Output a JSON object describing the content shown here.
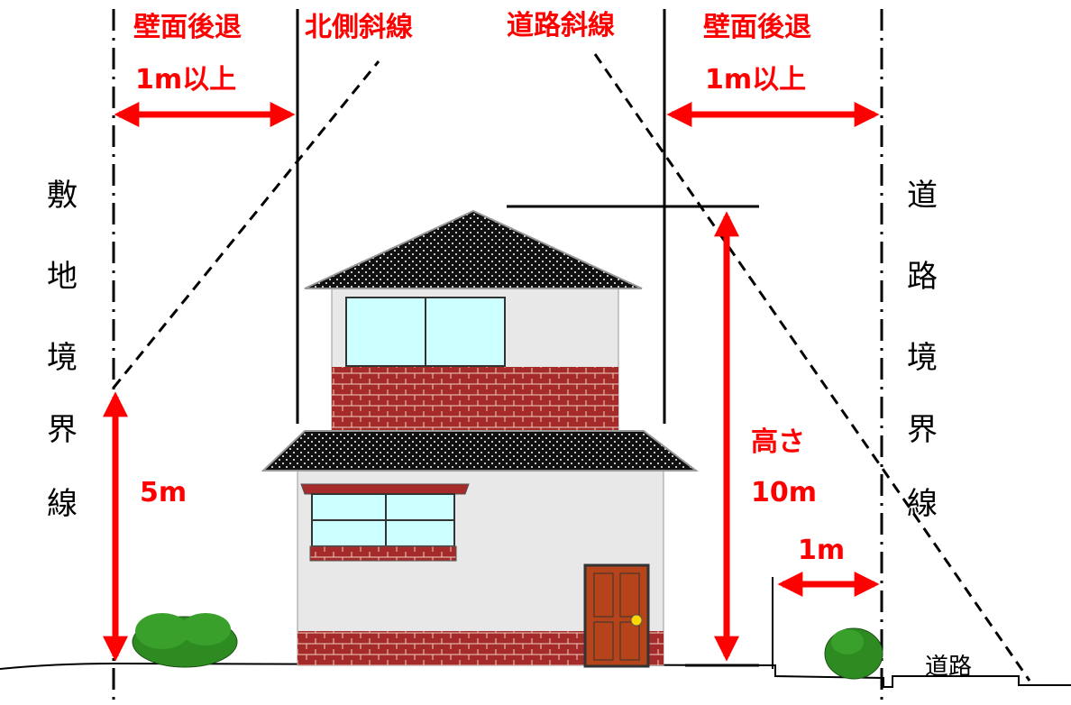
{
  "labels": {
    "wall_setback_left": "壁面後退",
    "wall_setback_left_value": "1m以上",
    "north_slant": "北側斜線",
    "road_slant": "道路斜線",
    "wall_setback_right": "壁面後退",
    "wall_setback_right_value": "1m以上",
    "site_boundary": [
      "敷",
      "地",
      "境",
      "界",
      "線"
    ],
    "road_boundary": [
      "道",
      "路",
      "境",
      "界",
      "線"
    ],
    "left_height": "5m",
    "height_title": "高さ",
    "height_value": "10m",
    "road_offset": "1m",
    "road": "道路"
  },
  "colors": {
    "accent_red": "#ff0000",
    "line": "#000000",
    "roof": "#1a1a1a",
    "wall": "#e8e8e8",
    "brick": "#a52a2a",
    "glass": "#ccffff",
    "door": "#b5441a",
    "bush": "#2e8b22"
  }
}
